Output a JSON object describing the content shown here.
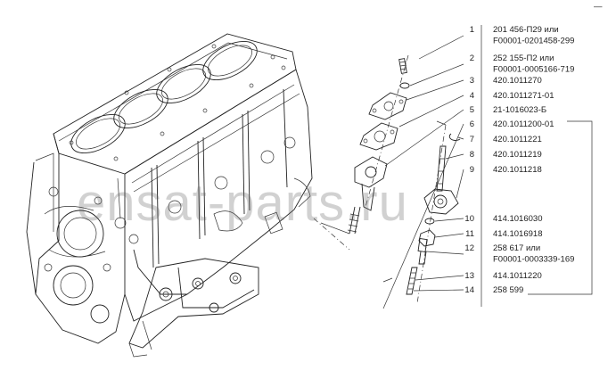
{
  "corner_mark": "—",
  "watermark": "ensat-parts.ru",
  "parts": [
    {
      "num": "1",
      "lines": [
        "201 456-П29 или",
        "F00001-0201458-299"
      ]
    },
    {
      "num": "2",
      "lines": [
        "252 155-П2 или",
        "F00001-0005166-719"
      ]
    },
    {
      "num": "3",
      "lines": [
        "420.1011270"
      ]
    },
    {
      "num": "4",
      "lines": [
        "420.1011271-01"
      ]
    },
    {
      "num": "5",
      "lines": [
        "21-1016023-Б"
      ]
    },
    {
      "num": "6",
      "lines": [
        "420.1011200-01"
      ]
    },
    {
      "num": "7",
      "lines": [
        "420.1011221"
      ]
    },
    {
      "num": "8",
      "lines": [
        "420.1011219"
      ]
    },
    {
      "num": "9",
      "lines": [
        "420.1011218"
      ]
    },
    {
      "num": "10",
      "lines": [
        "414.1016030"
      ]
    },
    {
      "num": "11",
      "lines": [
        "414.1016918"
      ]
    },
    {
      "num": "12",
      "lines": [
        "258 617 или",
        "F00001-0003339-169"
      ]
    },
    {
      "num": "13",
      "lines": [
        "414.1011220"
      ]
    },
    {
      "num": "14",
      "lines": [
        "258 599"
      ]
    }
  ],
  "icons": {
    "engine": "engine-block-illustration",
    "parts": "exploded-parts-illustration"
  }
}
